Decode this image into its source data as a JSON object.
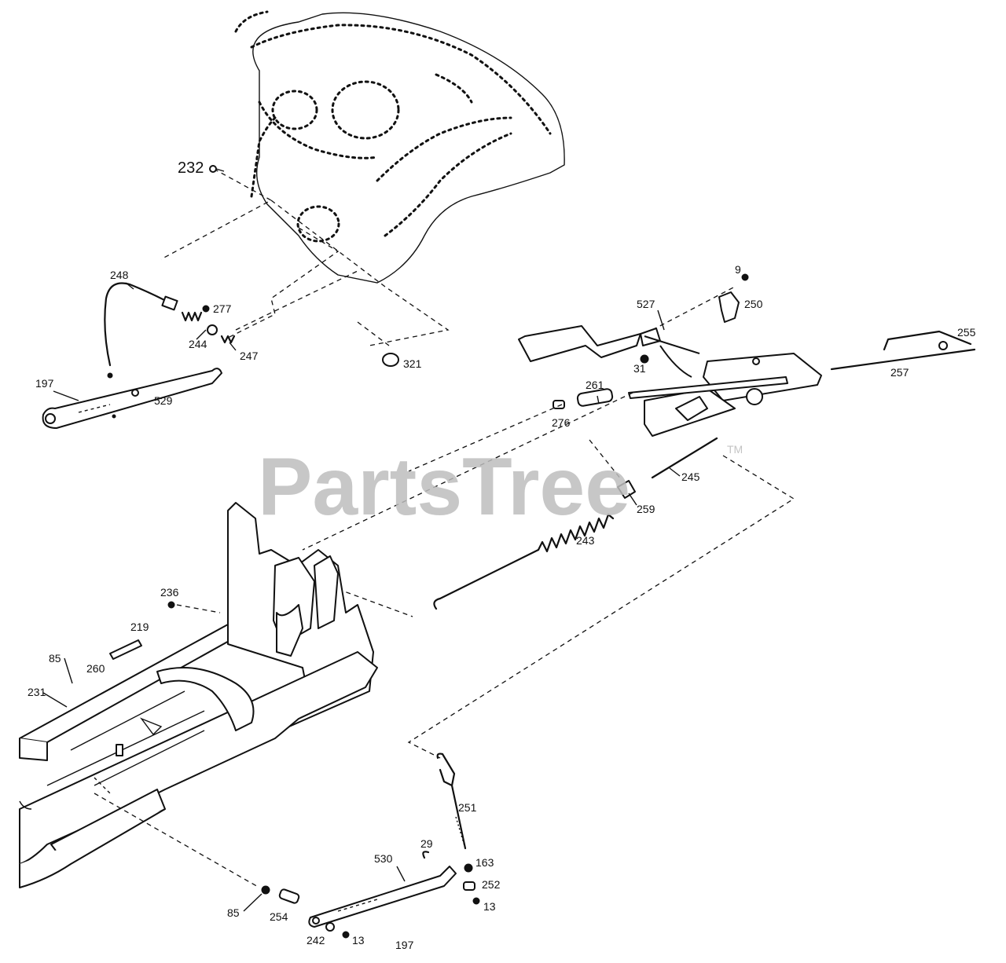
{
  "watermark": {
    "text": "PartsTree",
    "trademark": "TM"
  },
  "callouts": {
    "c232": "232",
    "c248": "248",
    "c277": "277",
    "c244": "244",
    "c247": "247",
    "c197_top": "197",
    "c529": "529",
    "c321": "321",
    "c9": "9",
    "c250": "250",
    "c527": "527",
    "c255": "255",
    "c31": "31",
    "c261": "261",
    "c257": "257",
    "c276": "276",
    "c245": "245",
    "c259": "259",
    "c243": "243",
    "c236": "236",
    "c219": "219",
    "c260": "260",
    "c85_top": "85",
    "c231": "231",
    "c251": "251",
    "c29": "29",
    "c530": "530",
    "c163": "163",
    "c252": "252",
    "c13_right": "13",
    "c85_bottom": "85",
    "c254": "254",
    "c242": "242",
    "c13_bottom": "13",
    "c197_bottom": "197"
  }
}
